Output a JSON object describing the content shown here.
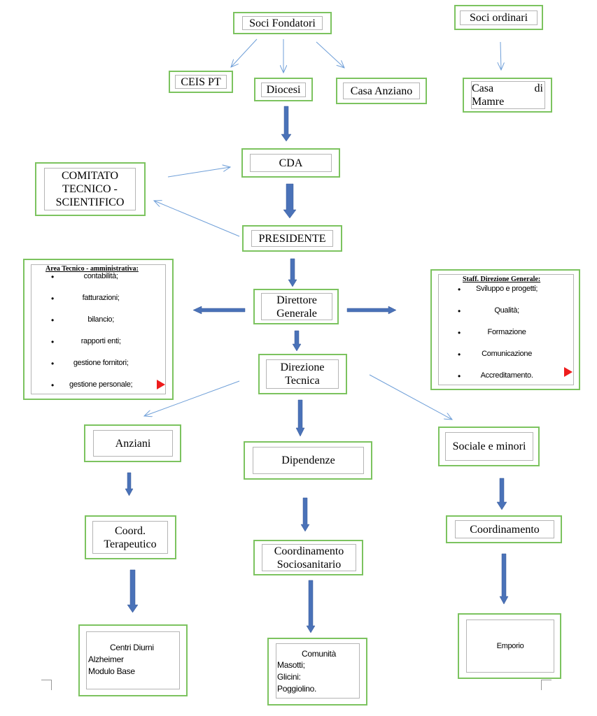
{
  "nodes": {
    "soci_fondatori": "Soci Fondatori",
    "soci_ordinari": "Soci ordinari",
    "ceis_pt": "CEIS PT",
    "diocesi": "Diocesi",
    "casa_anziano": "Casa Anziano",
    "casa_mamre_1": "Casa",
    "casa_mamre_di": "di",
    "casa_mamre_2": "Mamre",
    "cda": "CDA",
    "comitato_1": "COMITATO",
    "comitato_2": "TECNICO -",
    "comitato_3": "SCIENTIFICO",
    "presidente": "PRESIDENTE",
    "direttore_1": "Direttore",
    "direttore_2": "Generale",
    "direzione_1": "Direzione",
    "direzione_2": "Tecnica",
    "anziani": "Anziani",
    "dipendenze": "Dipendenze",
    "sociale": "Sociale e minori",
    "coord_ter_1": "Coord.",
    "coord_ter_2": "Terapeutico",
    "coord_soc_1": "Coordinamento",
    "coord_soc_2": "Sociosanitario",
    "coordinamento": "Coordinamento",
    "centri_1": "Centri Diurni",
    "centri_2": "Alzheimer",
    "centri_3": "Modulo Base",
    "comunita_1": "Comunità",
    "comunita_2": "Masotti;",
    "comunita_3": "Glicini:",
    "comunita_4": "Poggiolino.",
    "emporio": "Emporio"
  },
  "area_tecnica": {
    "title": "Area Tecnico - amministrativa:",
    "items": [
      "contabilità;",
      "fatturazioni;",
      "bilancio;",
      "rapporti enti;",
      "gestione fornitori;",
      "gestione personale;"
    ]
  },
  "staff": {
    "title": "Staff. Direzione Generale:",
    "items": [
      "Sviluppo e progetti;",
      "Qualità;",
      "Formazione",
      "Comunicazione",
      "Accreditamento."
    ]
  },
  "colors": {
    "border": "#7cc35f",
    "thin_arrow": "#6f9fd8",
    "block_arrow": "#4a72b8",
    "flag": "#ee1c1c"
  }
}
